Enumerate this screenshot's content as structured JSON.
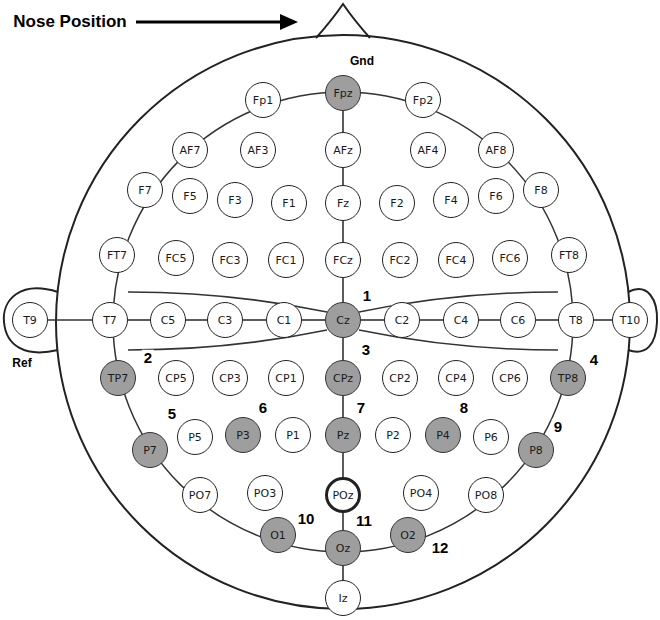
{
  "diagram": {
    "nodes": [
      {
        "text": [
          "Fp1"
        ]
      },
      {
        "text": [
          "Fpz"
        ]
      },
      {
        "text": [
          "Fp2"
        ]
      },
      {
        "text": [
          "AF7"
        ]
      },
      {
        "text": [
          "AF3"
        ]
      },
      {
        "text": [
          "AFz"
        ]
      },
      {
        "text": [
          "AF4"
        ]
      },
      {
        "text": [
          "AF8"
        ]
      },
      {
        "text": [
          "F7"
        ]
      },
      {
        "text": [
          "F5"
        ]
      },
      {
        "text": [
          "F3"
        ]
      },
      {
        "text": [
          "F1"
        ]
      },
      {
        "text": [
          "Fz"
        ]
      },
      {
        "text": [
          "F2"
        ]
      },
      {
        "text": [
          "F4"
        ]
      },
      {
        "text": [
          "F6"
        ]
      },
      {
        "text": [
          "F8"
        ]
      },
      {
        "text": [
          "FT7"
        ]
      },
      {
        "text": [
          "FC5"
        ]
      },
      {
        "text": [
          "FC3"
        ]
      },
      {
        "text": [
          "FC1"
        ]
      },
      {
        "text": [
          "FCz"
        ]
      },
      {
        "text": [
          "FC2"
        ]
      },
      {
        "text": [
          "FC4"
        ]
      },
      {
        "text": [
          "FC6"
        ]
      },
      {
        "text": [
          "FT8"
        ]
      },
      {
        "text": [
          "T9"
        ]
      },
      {
        "text": [
          "T7"
        ]
      },
      {
        "text": [
          "C5"
        ]
      },
      {
        "text": [
          "C3"
        ]
      },
      {
        "text": [
          "C1"
        ]
      },
      {
        "text": [
          "Cz"
        ]
      },
      {
        "text": [
          "C2"
        ]
      },
      {
        "text": [
          "C4"
        ]
      },
      {
        "text": [
          "C6"
        ]
      },
      {
        "text": [
          "T8"
        ]
      },
      {
        "text": [
          "T10"
        ]
      },
      {
        "text": [
          "TP7"
        ]
      },
      {
        "text": [
          "CP5"
        ]
      },
      {
        "text": [
          "CP3"
        ]
      },
      {
        "text": [
          "CP1"
        ]
      },
      {
        "text": [
          "CPz"
        ]
      },
      {
        "text": [
          "CP2"
        ]
      },
      {
        "text": [
          "CP4"
        ]
      },
      {
        "text": [
          "CP6"
        ]
      },
      {
        "text": [
          "TP8"
        ]
      },
      {
        "text": [
          "P7"
        ]
      },
      {
        "text": [
          "P5"
        ]
      },
      {
        "text": [
          "P3"
        ]
      },
      {
        "text": [
          "P1"
        ]
      },
      {
        "text": [
          "Pz"
        ]
      },
      {
        "text": [
          "P2"
        ]
      },
      {
        "text": [
          "P4"
        ]
      },
      {
        "text": [
          "P6"
        ]
      },
      {
        "text": [
          "P8"
        ]
      },
      {
        "text": [
          "PO7"
        ]
      },
      {
        "text": [
          "PO3"
        ]
      },
      {
        "text": [
          "POz"
        ]
      },
      {
        "text": [
          "PO4"
        ]
      },
      {
        "text": [
          "PO8"
        ]
      },
      {
        "text": [
          "O1"
        ]
      },
      {
        "text": [
          "Oz"
        ]
      },
      {
        "text": [
          "O2"
        ]
      },
      {
        "text": [
          "Iz"
        ]
      }
    ],
    "edges": [
      {
        "from": 1,
        "to": 5,
        "arrow": "none"
      },
      {
        "from": 5,
        "to": 12,
        "arrow": "none"
      },
      {
        "from": 12,
        "to": 21,
        "arrow": "none"
      },
      {
        "from": 21,
        "to": 31,
        "arrow": "none"
      },
      {
        "from": 31,
        "to": 41,
        "arrow": "none"
      },
      {
        "from": 41,
        "to": 50,
        "arrow": "none"
      },
      {
        "from": 50,
        "to": 57,
        "arrow": "none"
      },
      {
        "from": 57,
        "to": 61,
        "arrow": "none"
      },
      {
        "from": 61,
        "to": 63,
        "arrow": "none"
      },
      {
        "from": 26,
        "to": 27,
        "arrow": "none"
      },
      {
        "from": 27,
        "to": 28,
        "arrow": "none"
      },
      {
        "from": 28,
        "to": 29,
        "arrow": "none"
      },
      {
        "from": 29,
        "to": 30,
        "arrow": "none"
      },
      {
        "from": 30,
        "to": 31,
        "arrow": "none"
      },
      {
        "from": 31,
        "to": 32,
        "arrow": "none"
      },
      {
        "from": 32,
        "to": 33,
        "arrow": "none"
      },
      {
        "from": 33,
        "to": 34,
        "arrow": "none"
      },
      {
        "from": 34,
        "to": 35,
        "arrow": "none"
      },
      {
        "from": 35,
        "to": 36,
        "arrow": "none"
      }
    ],
    "labels": [
      "Nose Position",
      "Gnd",
      "Ref",
      "1",
      "2",
      "3",
      "4",
      "5",
      "6",
      "7",
      "8",
      "9",
      "10",
      "11",
      "12"
    ]
  }
}
